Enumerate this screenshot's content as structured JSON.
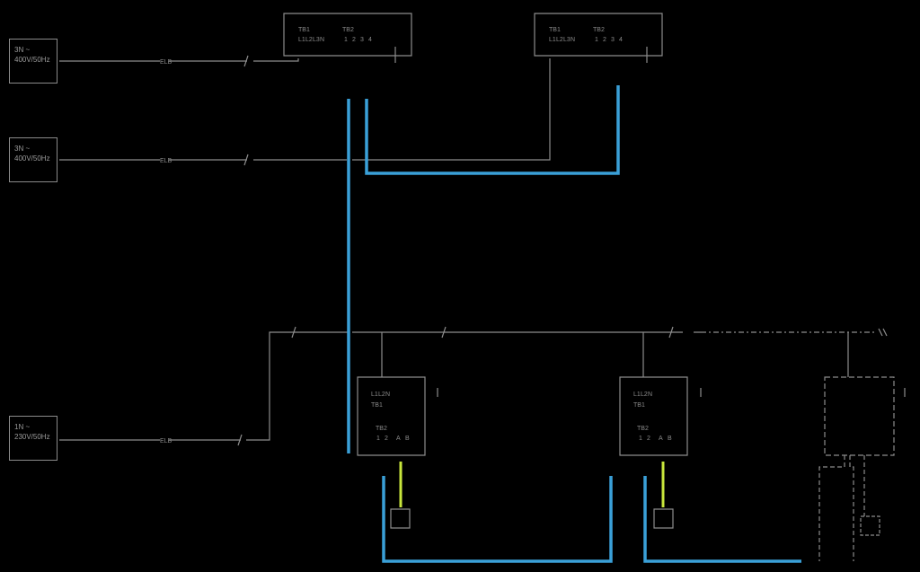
{
  "supplies": [
    {
      "phase": "3N ~",
      "voltage": "400V/50Hz"
    },
    {
      "phase": "3N ~",
      "voltage": "400V/50Hz"
    },
    {
      "phase": "1N ~",
      "voltage": "230V/50Hz"
    }
  ],
  "breaker_label": "ELB",
  "outdoor_units": [
    {
      "tb1": "TB1",
      "tb1_terminals": [
        "L1",
        "L2",
        "L3",
        "N"
      ],
      "tb2": "TB2",
      "tb2_terminals": [
        "1",
        "2",
        "3",
        "4"
      ]
    },
    {
      "tb1": "TB1",
      "tb1_terminals": [
        "L1",
        "L2",
        "L3",
        "N"
      ],
      "tb2": "TB2",
      "tb2_terminals": [
        "1",
        "2",
        "3",
        "4"
      ]
    }
  ],
  "indoor_units": [
    {
      "tb1": "TB1",
      "tb1_terminals": [
        "L1",
        "L2",
        "N"
      ],
      "tb2": "TB2",
      "tb2_terminals": [
        "1",
        "2",
        "A",
        "B"
      ]
    },
    {
      "tb1": "TB1",
      "tb1_terminals": [
        "L1",
        "L2",
        "N"
      ],
      "tb2": "TB2",
      "tb2_terminals": [
        "1",
        "2",
        "A",
        "B"
      ]
    },
    {
      "tb1": "",
      "tb1_terminals": [],
      "tb2": "",
      "tb2_terminals": []
    }
  ],
  "colors": {
    "background": "#000000",
    "wire": "#8c8c8c",
    "transmission": "#3aa0d8",
    "remote": "#c8e63c",
    "box": "#8a8a8a"
  }
}
